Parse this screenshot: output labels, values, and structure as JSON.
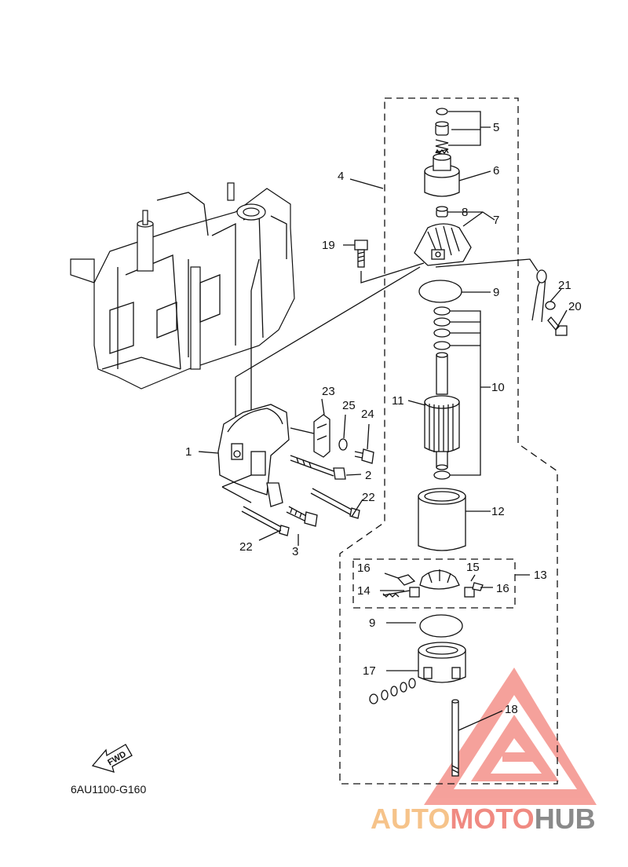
{
  "callouts": [
    "1",
    "2",
    "3",
    "4",
    "5",
    "6",
    "7",
    "8",
    "9",
    "10",
    "11",
    "12",
    "13",
    "14",
    "15",
    "16",
    "17",
    "18",
    "19",
    "20",
    "21",
    "22",
    "23",
    "24",
    "25"
  ],
  "labels": {
    "c1": "1",
    "c2": "2",
    "c3": "3",
    "c4": "4",
    "c5": "5",
    "c6": "6",
    "c7": "7",
    "c8": "8",
    "c9a": "9",
    "c9b": "9",
    "c10": "10",
    "c11": "11",
    "c12": "12",
    "c13": "13",
    "c14": "14",
    "c15": "15",
    "c16a": "16",
    "c16b": "16",
    "c17": "17",
    "c18": "18",
    "c19": "19",
    "c20": "20",
    "c21": "21",
    "c22a": "22",
    "c22b": "22",
    "c23": "23",
    "c24": "24",
    "c25": "25"
  },
  "diagram_code": "6AU1100-G160",
  "fwd_label": "FWD",
  "watermark": {
    "part1": "AUTO",
    "part2": "MOTO",
    "part3": "HUB",
    "color1": "#f6c38a",
    "color2": "#f08a82",
    "color3": "#8a8a8a",
    "logo_color": "#f27a72"
  }
}
